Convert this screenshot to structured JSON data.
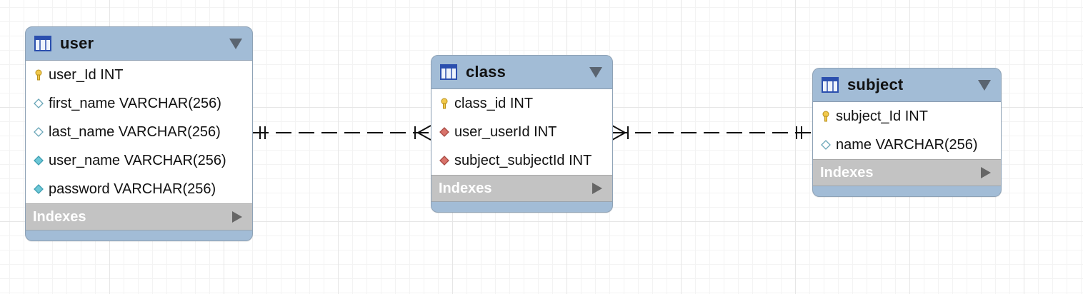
{
  "tables": {
    "user": {
      "name": "user",
      "columns": [
        {
          "text": "user_Id INT",
          "icon": "primary-key-icon"
        },
        {
          "text": "first_name VARCHAR(256)",
          "icon": "nullable-column-icon"
        },
        {
          "text": "last_name VARCHAR(256)",
          "icon": "nullable-column-icon"
        },
        {
          "text": "user_name VARCHAR(256)",
          "icon": "not-null-column-icon"
        },
        {
          "text": "password VARCHAR(256)",
          "icon": "not-null-column-icon"
        }
      ],
      "indexes_label": "Indexes"
    },
    "class": {
      "name": "class",
      "columns": [
        {
          "text": "class_id INT",
          "icon": "primary-key-icon"
        },
        {
          "text": "user_userId INT",
          "icon": "foreign-key-icon"
        },
        {
          "text": "subject_subjectId INT",
          "icon": "foreign-key-icon"
        }
      ],
      "indexes_label": "Indexes"
    },
    "subject": {
      "name": "subject",
      "columns": [
        {
          "text": "subject_Id INT",
          "icon": "primary-key-icon"
        },
        {
          "text": "name VARCHAR(256)",
          "icon": "nullable-column-icon"
        }
      ],
      "indexes_label": "Indexes"
    }
  },
  "relationships": [
    {
      "from": "user",
      "to": "class",
      "from_cardinality": "one-and-only-one",
      "to_cardinality": "one-or-many",
      "line_style": "dashed"
    },
    {
      "from": "class",
      "to": "subject",
      "from_cardinality": "one-or-many",
      "to_cardinality": "one-and-only-one",
      "line_style": "dashed"
    }
  ],
  "colors": {
    "header": "#a2bcd6",
    "indexes": "#c3c3c3",
    "primary_key": "#f2c94c",
    "foreign_key": "#d9736b",
    "not_null": "#6cc7d6",
    "nullable": "#ffffff",
    "grid": "#e6e6e6"
  }
}
